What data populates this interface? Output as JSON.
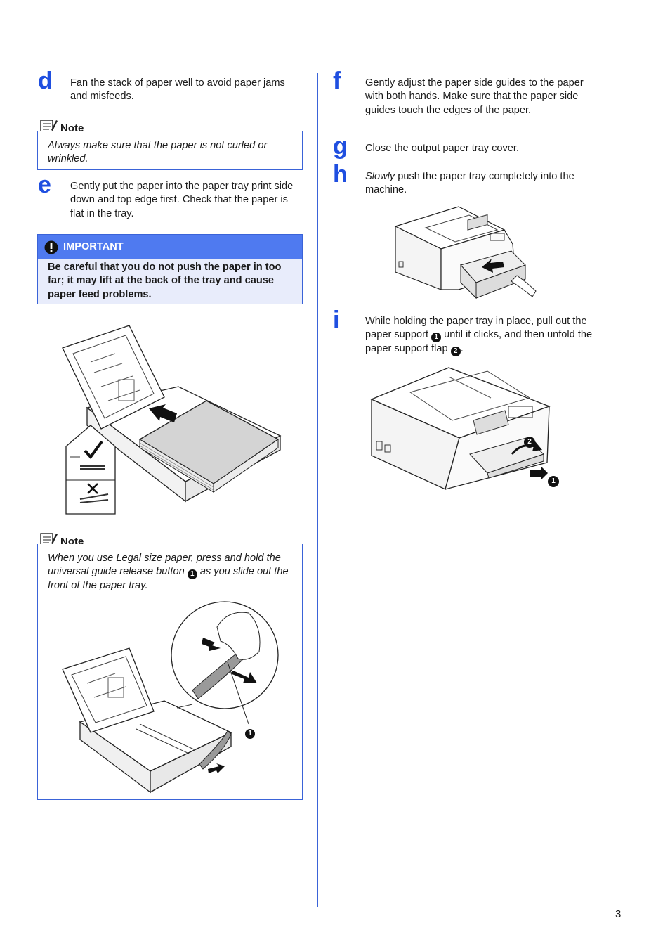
{
  "steps": {
    "d": {
      "letter": "d",
      "text": "Fan the stack of paper well to avoid paper jams and misfeeds."
    },
    "e": {
      "letter": "e",
      "text": "Gently put the paper into the paper tray print side down and top edge first. Check that the paper is flat in the tray."
    },
    "f": {
      "letter": "f",
      "text": "Gently adjust the paper side guides to the paper with both hands. Make sure that the paper side guides touch the edges of the paper."
    },
    "g": {
      "letter": "g",
      "text": "Close the output paper tray cover."
    },
    "h": {
      "letter": "h",
      "text_em": "Slowly",
      "text_rest": " push the paper tray completely into the machine."
    },
    "i": {
      "letter": "i",
      "text_1": "While holding the paper tray in place, pull out the paper support ",
      "text_2": " until it clicks, and then unfold the paper support flap ",
      "text_3": "."
    }
  },
  "note1": {
    "label": "Note",
    "text": "Always make sure that the paper is not curled or wrinkled."
  },
  "important": {
    "label": "IMPORTANT",
    "text": "Be careful that you do not push the paper in too far; it may lift at the back of the tray and cause paper feed problems."
  },
  "note2": {
    "label": "Note",
    "text_1": "When you use Legal size paper, press and hold the universal guide release button ",
    "text_2": " as you slide out the front of the paper tray."
  },
  "callouts": {
    "one": "1",
    "two": "2"
  },
  "page_number": "3",
  "icons": {
    "note": "note-pad-icon",
    "important": "exclamation-icon",
    "check": "check-icon",
    "cross": "cross-icon"
  },
  "colors": {
    "accent": "#1f4fe0",
    "rule": "#3a63d8",
    "important_header": "#4f7af0",
    "important_body": "#e8ecfb"
  }
}
